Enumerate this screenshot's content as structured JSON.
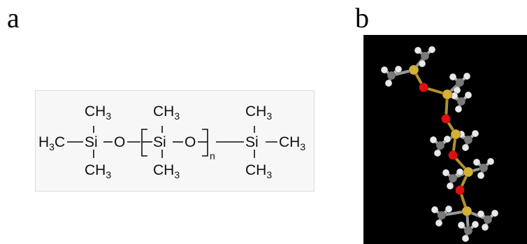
{
  "panels": {
    "a": {
      "label": "a"
    },
    "b": {
      "label": "b"
    }
  },
  "formula": {
    "left_group": {
      "h": "H",
      "sub": "3",
      "c": "C"
    },
    "si": "Si",
    "o": "O",
    "ch": "CH",
    "ch_sub": "3",
    "repeat_n": "n",
    "right_group": {
      "ch": "CH",
      "sub": "3"
    }
  },
  "colors": {
    "background_a": "#f7f7f7",
    "background_b": "#000000",
    "silicon": "#d4b135",
    "oxygen": "#e01010",
    "carbon": "#7a7a7a",
    "hydrogen": "#e8e8e8"
  }
}
